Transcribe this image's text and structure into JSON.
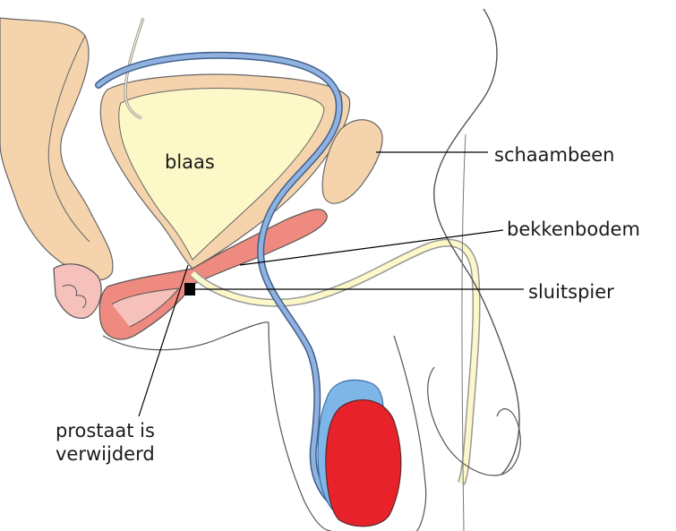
{
  "labels": {
    "bladder": "blaas",
    "pubic_bone": "schaambeen",
    "pelvic_floor": "bekkenbodem",
    "sphincter": "sluitspier",
    "prostate_line1": "prostaat is",
    "prostate_line2": "verwijderd"
  },
  "colors": {
    "bladder_fill": "#fcf8c8",
    "bone_fill": "#f5d4ad",
    "muscle_fill": "#ee8a80",
    "muscle_pink": "#f6c1bb",
    "vein_blue": "#7fa6d8",
    "testis_red": "#e8222b",
    "epididymis_blue": "#7eb6e8",
    "outline": "#555555"
  }
}
